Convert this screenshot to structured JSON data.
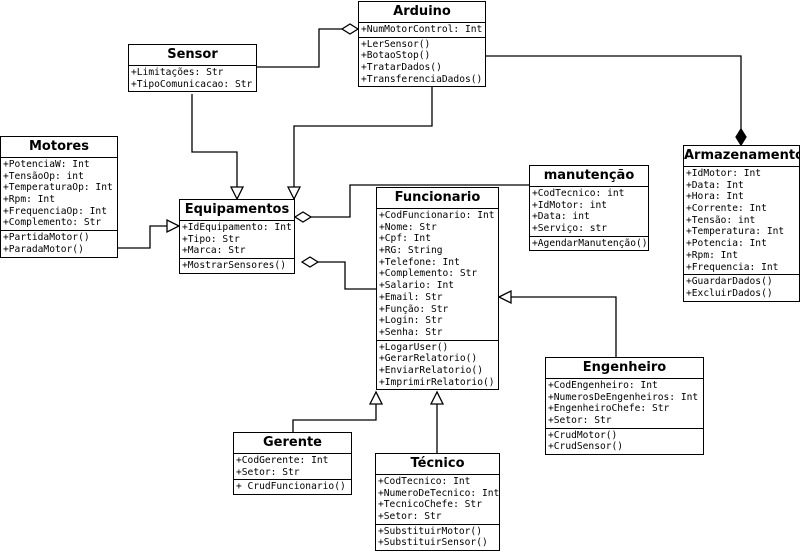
{
  "diagram": {
    "classes": [
      {
        "id": "arduino",
        "name": "Arduino",
        "attributes": [
          "+NumMotorControl: Int"
        ],
        "methods": [
          "+LerSensor()",
          "+BotaoStop()",
          "+TratarDados()",
          "+TransferenciaDados()"
        ]
      },
      {
        "id": "sensor",
        "name": "Sensor",
        "attributes": [
          "+Limitações: Str",
          "+TipoComunicacao: Str"
        ],
        "methods": []
      },
      {
        "id": "motores",
        "name": "Motores",
        "attributes": [
          "+PotenciaW: Int",
          "+TensãoOp: int",
          "+TemperaturaOp: Int",
          "+Rpm: Int",
          "+FrequenciaOp: Int",
          "+Complemento: Str"
        ],
        "methods": [
          "+PartidaMotor()",
          "+ParadaMotor()"
        ]
      },
      {
        "id": "equipamentos",
        "name": "Equipamentos",
        "attributes": [
          "+IdEquipamento: Int",
          "+Tipo: Str",
          "+Marca: Str"
        ],
        "methods": [
          "+MostrarSensores()"
        ]
      },
      {
        "id": "funcionario",
        "name": "Funcionario",
        "attributes": [
          "+CodFuncionario: Int",
          "+Nome: Str",
          "+Cpf: Int",
          "+RG: String",
          "+Telefone: Int",
          "+Complemento: Str",
          "+Salario: Int",
          "+Email: Str",
          "+Função: Str",
          "+Login: Str",
          "+Senha: Str"
        ],
        "methods": [
          "+LogarUser()",
          "+GerarRelatorio()",
          "+EnviarRelatorio()",
          "+ImprimirRelatorio()"
        ]
      },
      {
        "id": "manutencao",
        "name": "manutenção",
        "attributes": [
          "+CodTecnico: int",
          "+IdMotor: int",
          "+Data: int",
          "+Serviço: str"
        ],
        "methods": [
          "+AgendarManutenção()"
        ]
      },
      {
        "id": "armazenamento",
        "name": "Armazenamento",
        "attributes": [
          "+IdMotor: Int",
          "+Data: Int",
          "+Hora: Int",
          "+Corrente: Int",
          "+Tensão: int",
          "+Temperatura: Int",
          "+Potencia: Int",
          "+Rpm: Int",
          "+Frequencia: Int"
        ],
        "methods": [
          "+GuardarDados()",
          "+ExcluirDados()"
        ]
      },
      {
        "id": "engenheiro",
        "name": "Engenheiro",
        "attributes": [
          "+CodEngenheiro: Int",
          "+NumerosDeEngenheiros: Int",
          "+EngenheiroChefe: Str",
          "+Setor: Str"
        ],
        "methods": [
          "+CrudMotor()",
          "+CrudSensor()"
        ]
      },
      {
        "id": "gerente",
        "name": "Gerente",
        "attributes": [
          "+CodGerente: Int",
          "+Setor: Str"
        ],
        "methods": [
          "+ CrudFuncionario()"
        ]
      },
      {
        "id": "tecnico",
        "name": "Técnico",
        "attributes": [
          "+CodTecnico: Int",
          "+NumeroDeTecnico: Int",
          "+TecnicoChefe: Str",
          "+Setor: Str"
        ],
        "methods": [
          "+SubstituirMotor()",
          "+SubstituirSensor()"
        ]
      }
    ],
    "relationships": [
      {
        "type": "aggregation",
        "from": "sensor",
        "to": "arduino"
      },
      {
        "type": "composition",
        "from": "arduino",
        "to": "armazenamento"
      },
      {
        "type": "generalization",
        "from": "sensor",
        "to": "equipamentos"
      },
      {
        "type": "generalization",
        "from": "arduino",
        "to": "equipamentos"
      },
      {
        "type": "generalization",
        "from": "motores",
        "to": "equipamentos"
      },
      {
        "type": "aggregation",
        "from": "manutencao",
        "to": "equipamentos"
      },
      {
        "type": "aggregation",
        "from": "funcionario",
        "to": "equipamentos"
      },
      {
        "type": "generalization",
        "from": "engenheiro",
        "to": "funcionario"
      },
      {
        "type": "generalization",
        "from": "gerente",
        "to": "funcionario"
      },
      {
        "type": "generalization",
        "from": "tecnico",
        "to": "funcionario"
      }
    ]
  }
}
